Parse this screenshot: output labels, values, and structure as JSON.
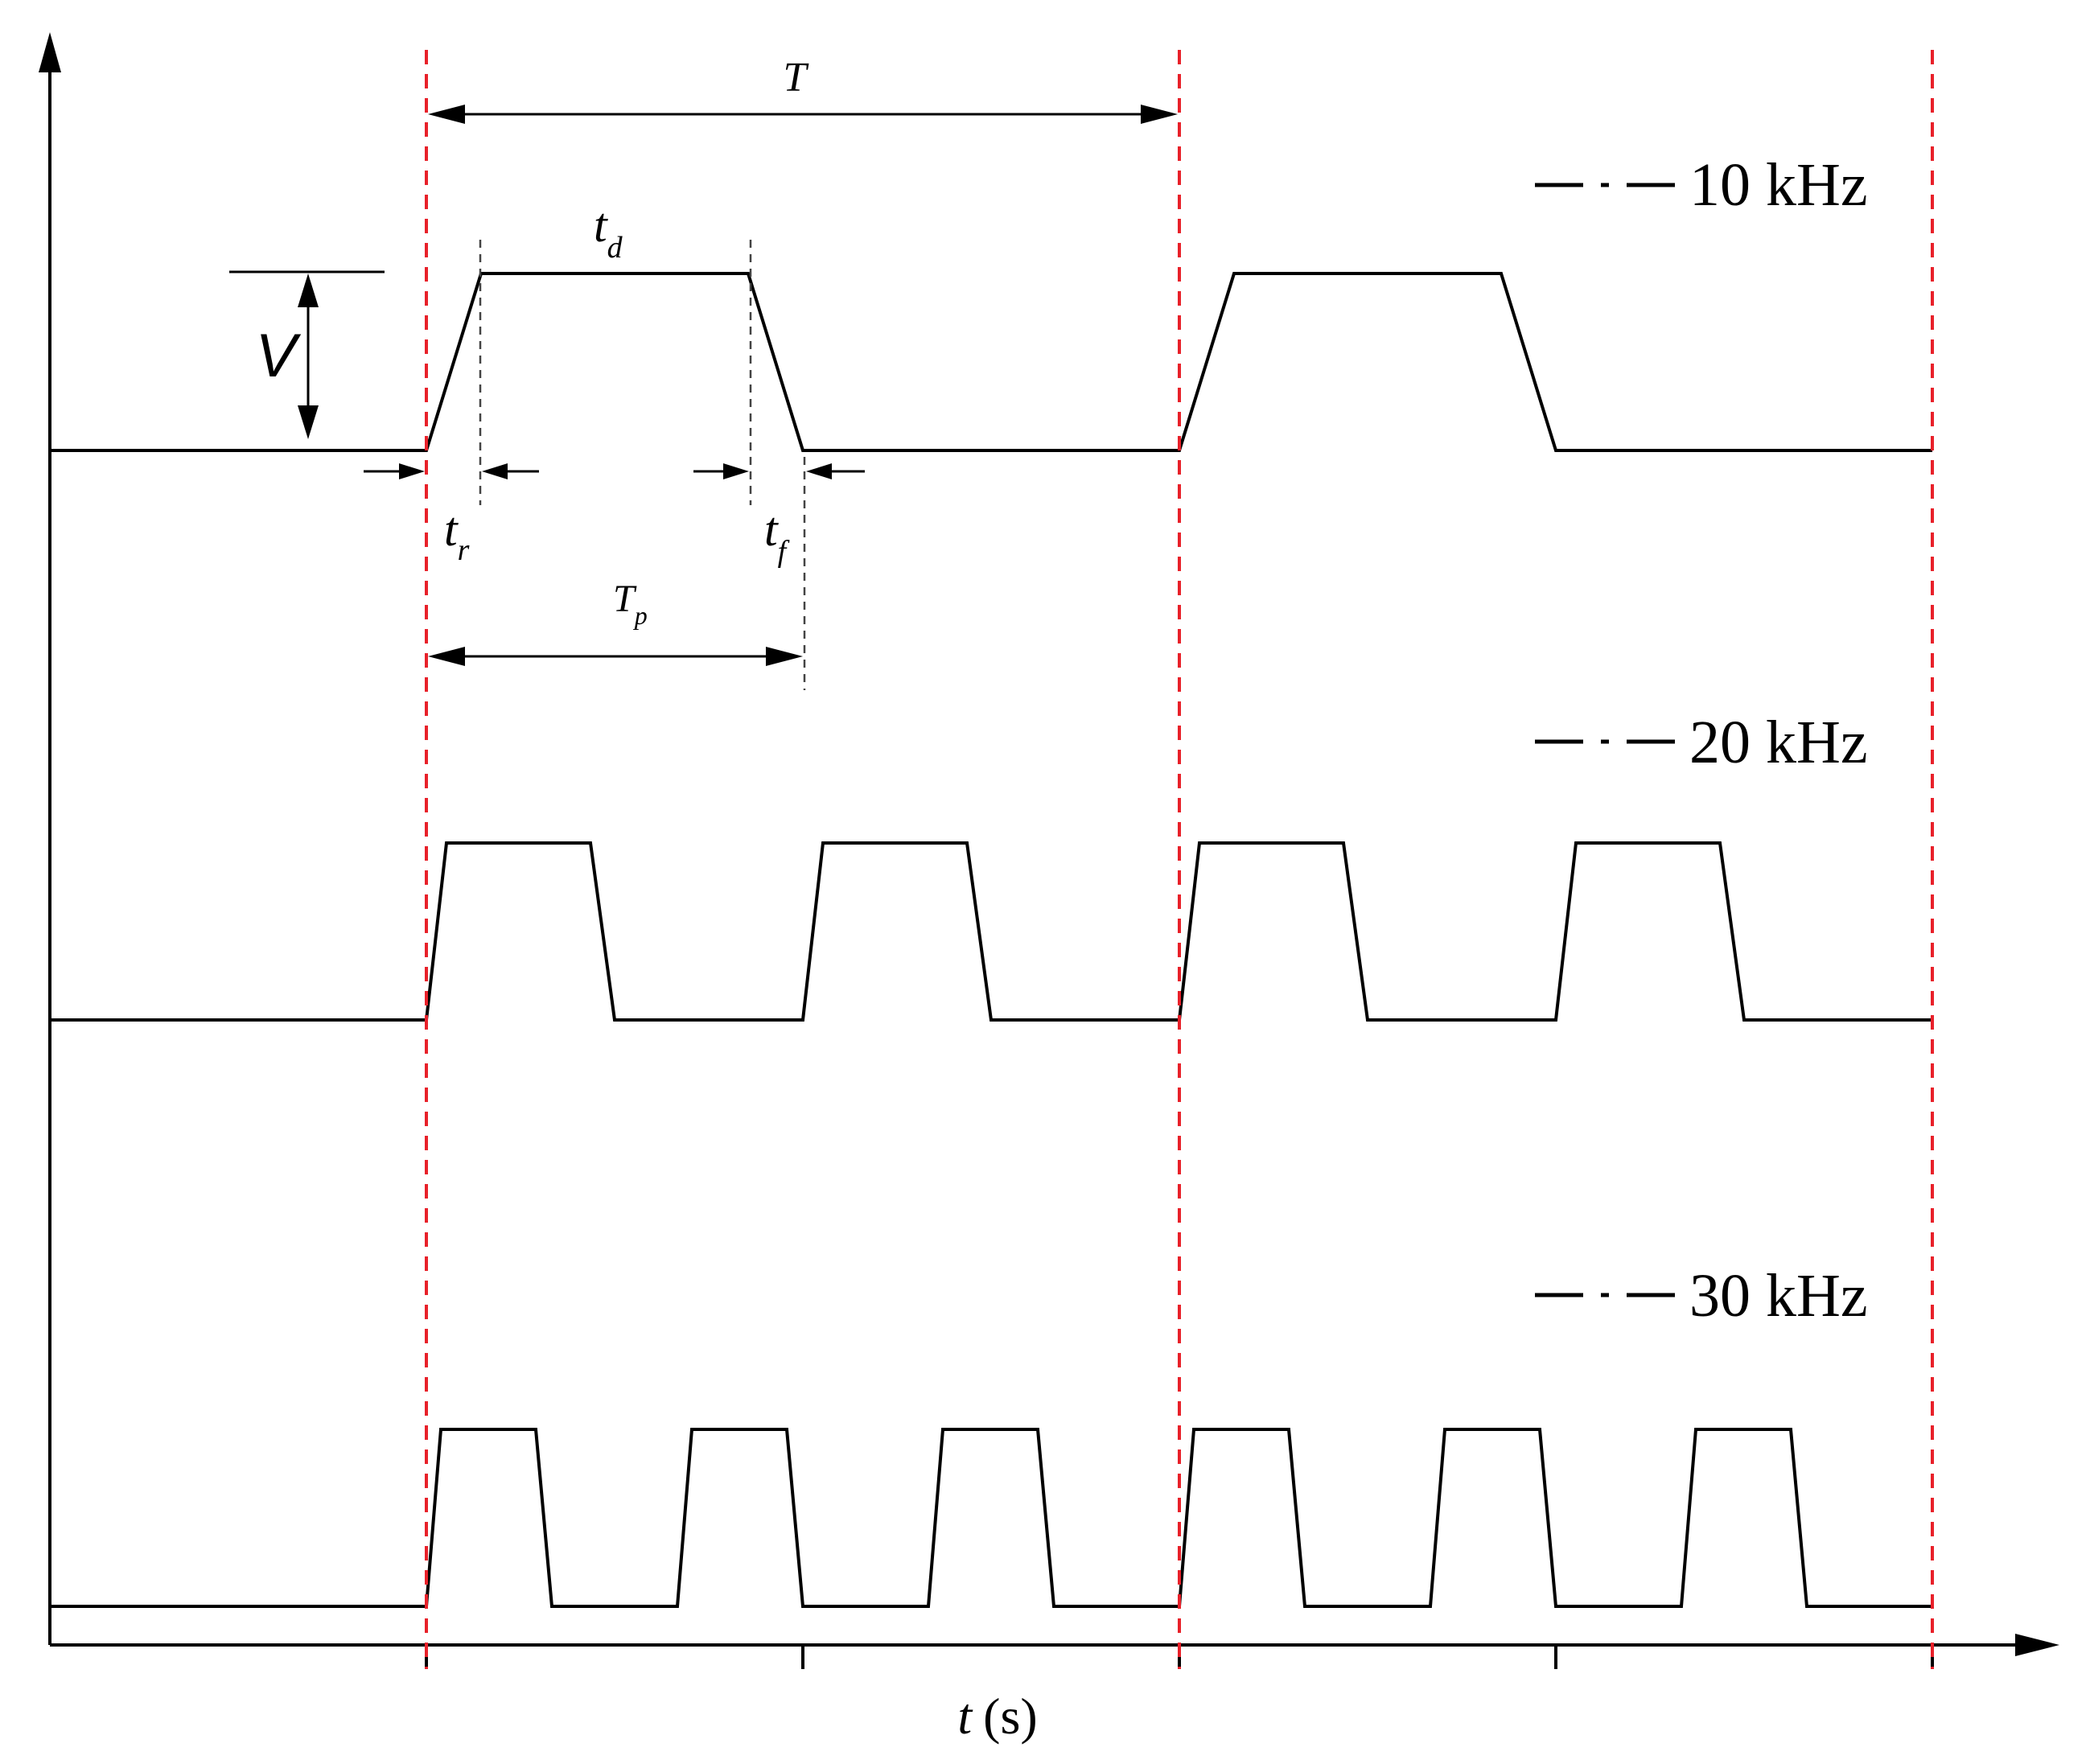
{
  "colors": {
    "ink": "#000000",
    "red_dashed": "#e8212a",
    "guide_dashed": "#444444",
    "background": "#ffffff"
  },
  "xaxis": {
    "var": "t",
    "unit": "(s)"
  },
  "annotations": {
    "period": "T",
    "amplitude": "V",
    "duration_main": "t",
    "duration_sub": "d",
    "rise_main": "t",
    "rise_sub": "r",
    "fall_main": "t",
    "fall_sub": "f",
    "pulse_main": "T",
    "pulse_sub": "p"
  },
  "series": [
    {
      "name": "10 kHz",
      "pulses_per_T": 1
    },
    {
      "name": "20 kHz",
      "pulses_per_T": 2
    },
    {
      "name": "30 kHz",
      "pulses_per_T": 3
    }
  ],
  "icons": [
    "dash-dot-legend-icon",
    "arrow-head-icon"
  ]
}
